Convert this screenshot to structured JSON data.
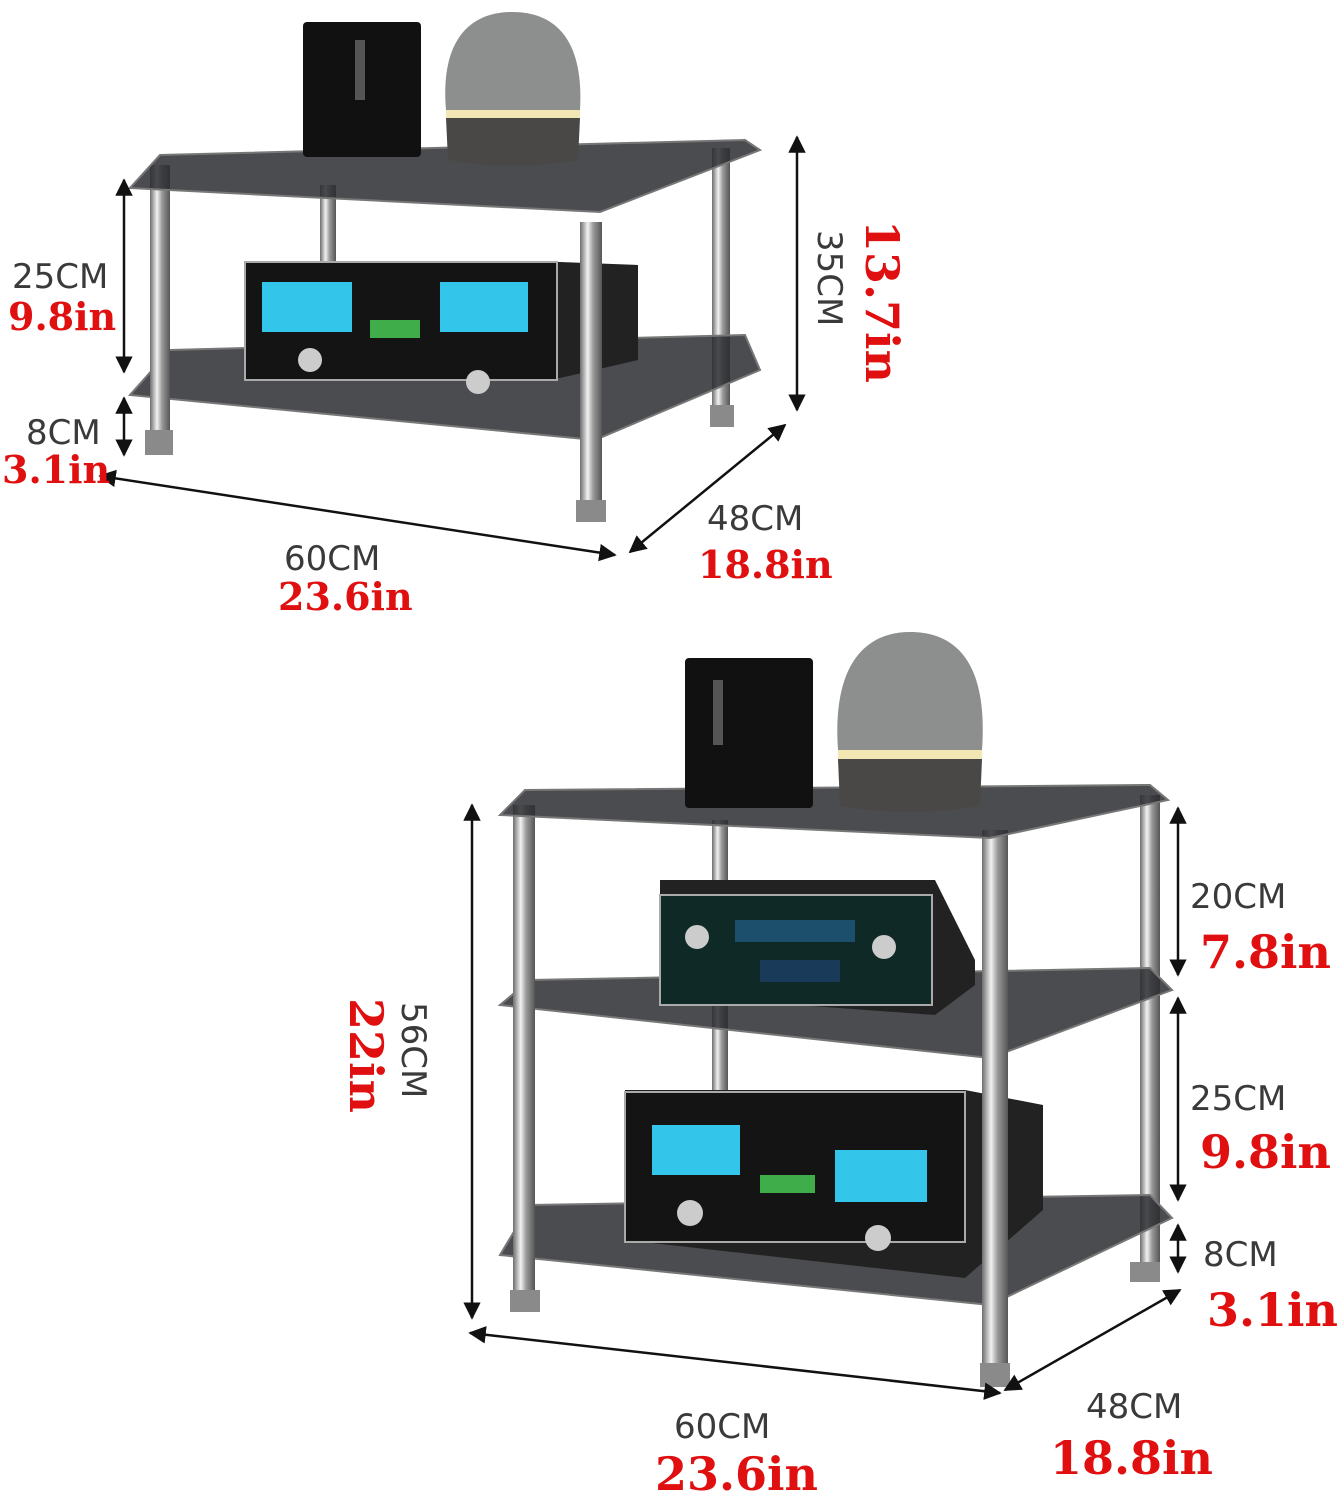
{
  "colors": {
    "metric_text": "#3a3a3a",
    "imperial_text": "#e01010",
    "glass": "#2b2d30",
    "meter_display": "#33c5ea"
  },
  "two_tier_stand": {
    "shelf_gap": {
      "cm": "25CM",
      "in": "9.8in"
    },
    "foot_height": {
      "cm": "8CM",
      "in": "3.1in"
    },
    "total_height": {
      "cm": "35CM",
      "in": "13.7in"
    },
    "width": {
      "cm": "60CM",
      "in": "23.6in"
    },
    "depth": {
      "cm": "48CM",
      "in": "18.8in"
    }
  },
  "three_tier_stand": {
    "upper_gap": {
      "cm": "20CM",
      "in": "7.8in"
    },
    "lower_gap": {
      "cm": "25CM",
      "in": "9.8in"
    },
    "foot_height": {
      "cm": "8CM",
      "in": "3.1in"
    },
    "total_height": {
      "cm": "56CM",
      "in": "22in"
    },
    "width": {
      "cm": "60CM",
      "in": "23.6in"
    },
    "depth": {
      "cm": "48CM",
      "in": "18.8in"
    }
  }
}
